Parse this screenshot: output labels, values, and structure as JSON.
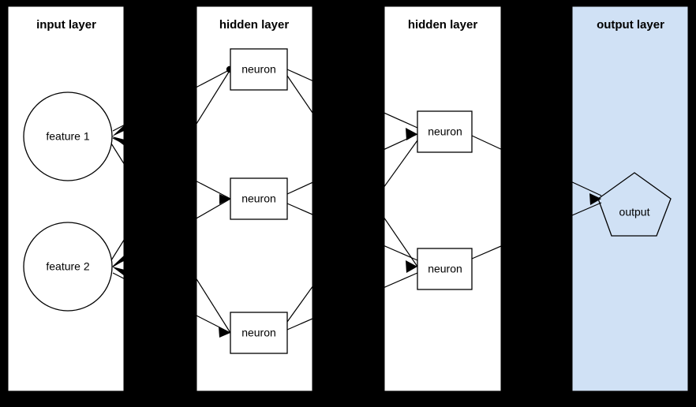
{
  "diagram": {
    "type": "neural-network-architecture",
    "background_color": "#000000",
    "panel_fill": "#ffffff",
    "output_panel_fill": "#d0e1f5",
    "stroke_color": "#000000",
    "layers": [
      {
        "id": "input",
        "title": "input layer",
        "node_shape": "circle",
        "nodes": [
          {
            "label": "feature 1"
          },
          {
            "label": "feature 2"
          }
        ]
      },
      {
        "id": "hidden1",
        "title": "hidden layer",
        "node_shape": "rectangle",
        "nodes": [
          {
            "label": "neuron"
          },
          {
            "label": "neuron"
          },
          {
            "label": "neuron"
          }
        ]
      },
      {
        "id": "hidden2",
        "title": "hidden layer",
        "node_shape": "rectangle",
        "nodes": [
          {
            "label": "neuron"
          },
          {
            "label": "neuron"
          }
        ]
      },
      {
        "id": "output",
        "title": "output layer",
        "node_shape": "pentagon",
        "nodes": [
          {
            "label": "output"
          }
        ]
      }
    ]
  }
}
